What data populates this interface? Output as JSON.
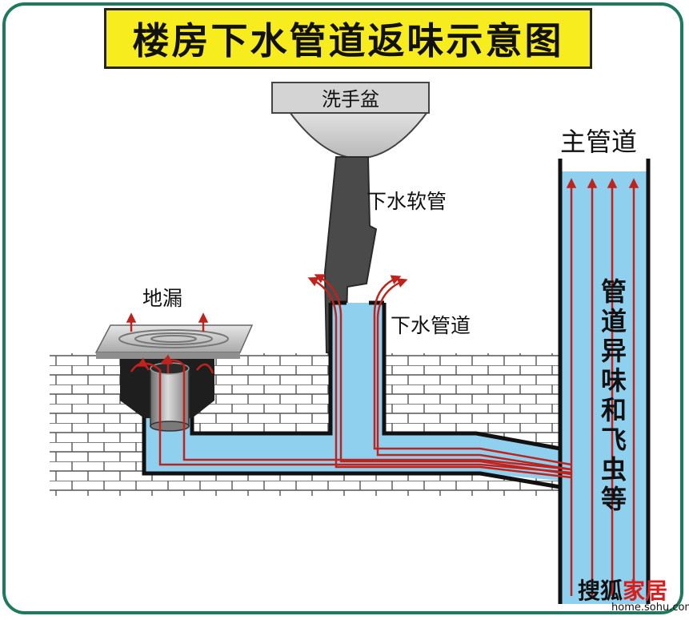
{
  "title": "楼房下水管道返味示意图",
  "labels": {
    "basin": "洗手盆",
    "hose": "下水软管",
    "drain_pipe": "下水管道",
    "floor_drain": "地漏",
    "main_pipe": "主管道",
    "main_pipe_note": "管道异味和飞虫等"
  },
  "watermark": {
    "logo_prefix": "搜狐",
    "logo_accent": "家居",
    "url": "home.sohu.com"
  },
  "colors": {
    "frame": "#1e7a5c",
    "title_bg": "#f7ec1d",
    "water": "#8fd0ee",
    "arrow": "#c0221c",
    "hose": "#4a4a4a",
    "wall_line": "#555555"
  },
  "icons": [
    "upward-arrow-icon",
    "brick-wall-icon"
  ]
}
